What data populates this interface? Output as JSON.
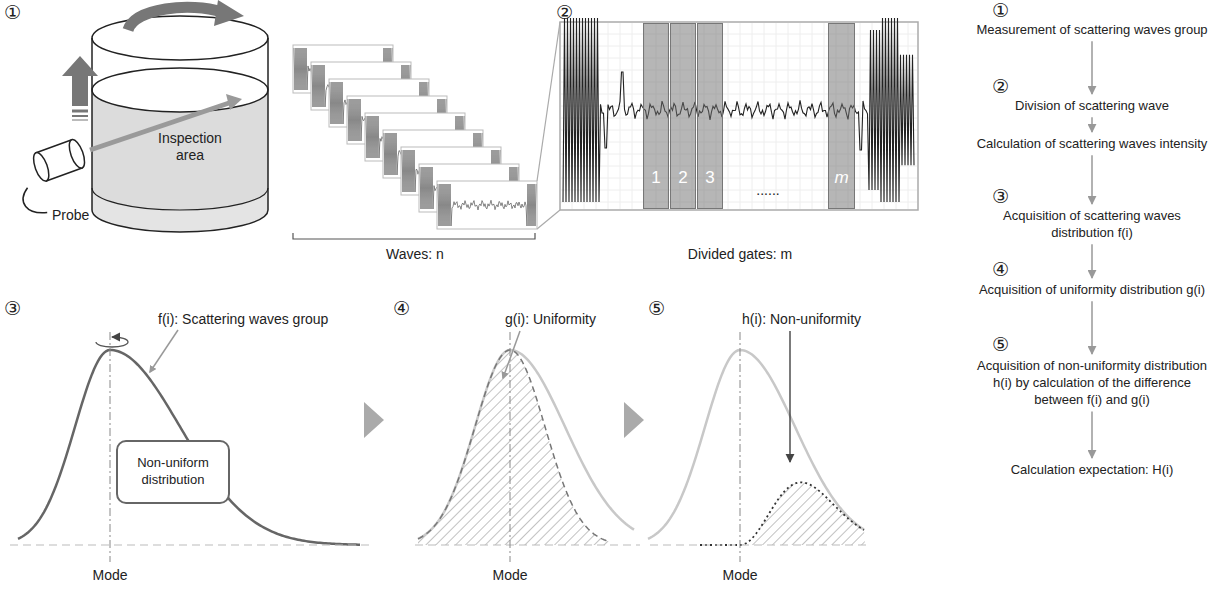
{
  "diagram": {
    "nodes": [
      {
        "text": [
          "1"
        ]
      },
      {
        "text": [
          "2"
        ]
      },
      {
        "text": [
          "3"
        ]
      },
      {
        "text": [
          "m"
        ]
      },
      {
        "text": [
          "Measurement of scattering waves group"
        ]
      },
      {
        "text": [
          "Division of scattering wave"
        ]
      },
      {
        "text": [
          "Calculation of scattering waves intensity"
        ]
      },
      {
        "text": [
          "Acquisition of scattering waves distribution f(i)"
        ]
      },
      {
        "text": [
          "Acquisition of uniformity distribution g(i)"
        ]
      },
      {
        "text": [
          "Acquisition of non-uniformity distribution h(i) by calculation of the difference between f(i) and g(i)"
        ]
      },
      {
        "text": [
          "Calculation expectation: H(i)"
        ]
      },
      {
        "text": [
          "Non-uniform distribution"
        ]
      }
    ],
    "edges": [
      {
        "from": 4,
        "to": 5,
        "arrow": "to"
      },
      {
        "from": 5,
        "to": 6,
        "arrow": "to"
      },
      {
        "from": 6,
        "to": 7,
        "arrow": "to"
      },
      {
        "from": 7,
        "to": 8,
        "arrow": "to"
      },
      {
        "from": 8,
        "to": 9,
        "arrow": "to"
      },
      {
        "from": 9,
        "to": 10,
        "arrow": "to"
      }
    ],
    "labels": [
      "①",
      "Inspection area",
      "Probe",
      "Waves: n",
      "②",
      "......",
      "Divided gates: m",
      "③",
      "f(i): Scattering waves group",
      "Mode",
      "④",
      "g(i): Uniformity",
      "Mode",
      "⑤",
      "h(i): Non-uniformity",
      "Mode",
      "①",
      "②",
      "③",
      "④",
      "⑤"
    ]
  }
}
